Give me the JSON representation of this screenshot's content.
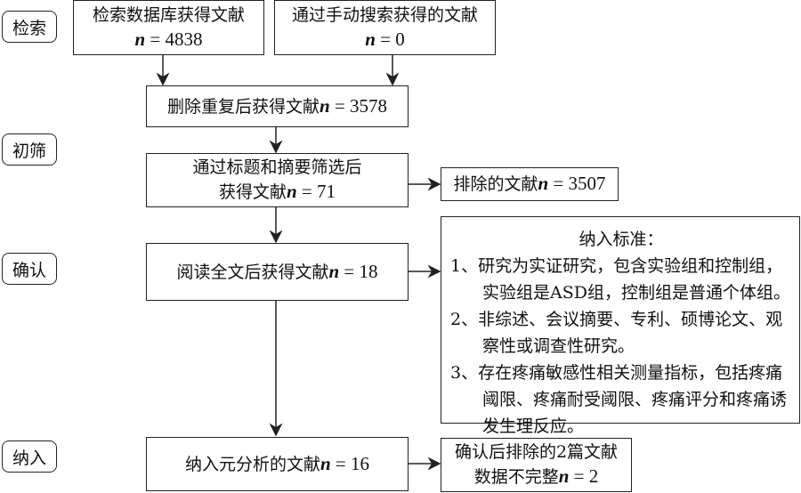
{
  "stages": [
    "检索",
    "初筛",
    "确认",
    "纳入"
  ],
  "boxes": {
    "db": {
      "label": "检索数据库获得文献",
      "n": "4838"
    },
    "manual": {
      "label": "通过手动搜索获得的文献",
      "n": "0"
    },
    "dedup": {
      "label": "删除重复后获得文献",
      "n": "3578"
    },
    "screen": {
      "label1": "通过标题和摘要筛选后",
      "label2": "获得文献",
      "n": "71"
    },
    "excluded": {
      "label": "排除的文献",
      "n": "3507"
    },
    "fulltext": {
      "label": "阅读全文后获得文献",
      "n": "18"
    },
    "included": {
      "label": "纳入元分析的文献",
      "n": "16"
    },
    "excluded2": {
      "label1": "确认后排除的2篇文献",
      "label2": "数据不完整",
      "n": "2"
    }
  },
  "n_symbol": "n",
  "eq": " = ",
  "criteria": {
    "title": "纳入标准：",
    "items": [
      "1、研究为实证研究，包含实验组和控制组，实验组是ASD组，控制组是普通个体组。",
      "2、非综述、会议摘要、专利、硕博论文、观察性或调查性研究。",
      "3、存在疼痛敏感性相关测量指标，包括疼痛阈限、疼痛耐受阈限、疼痛评分和疼痛诱发生理反应。"
    ]
  }
}
